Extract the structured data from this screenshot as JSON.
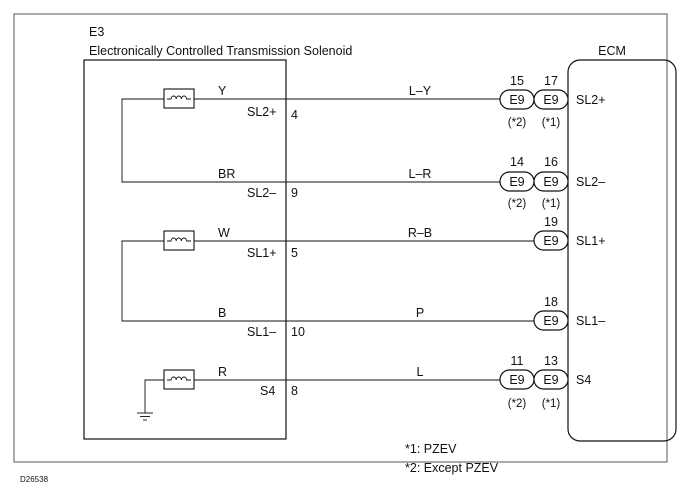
{
  "diagram": {
    "solenoid": {
      "code": "E3",
      "title": "Electronically Controlled Transmission Solenoid"
    },
    "ecm_label": "ECM",
    "connector_label": "E9",
    "circuits": [
      {
        "color": "Y",
        "term": "SL2+",
        "pin": "4",
        "wire": "L–Y",
        "pins": [
          "15",
          "17"
        ],
        "notes": [
          "(*2)",
          "(*1)"
        ],
        "ecm": "SL2+"
      },
      {
        "color": "BR",
        "term": "SL2–",
        "pin": "9",
        "wire": "L–R",
        "pins": [
          "14",
          "16"
        ],
        "notes": [
          "(*2)",
          "(*1)"
        ],
        "ecm": "SL2–"
      },
      {
        "color": "W",
        "term": "SL1+",
        "pin": "5",
        "wire": "R–B",
        "pins": [
          "19"
        ],
        "notes": [],
        "ecm": "SL1+"
      },
      {
        "color": "B",
        "term": "SL1–",
        "pin": "10",
        "wire": "P",
        "pins": [
          "18"
        ],
        "notes": [],
        "ecm": "SL1–"
      },
      {
        "color": "R",
        "term": "S4",
        "pin": "8",
        "wire": "L",
        "pins": [
          "11",
          "13"
        ],
        "notes": [
          "(*2)",
          "(*1)"
        ],
        "ecm": "S4"
      }
    ],
    "footnotes": [
      "*1: PZEV",
      "*2: Except PZEV"
    ],
    "figure_id": "D26538"
  }
}
